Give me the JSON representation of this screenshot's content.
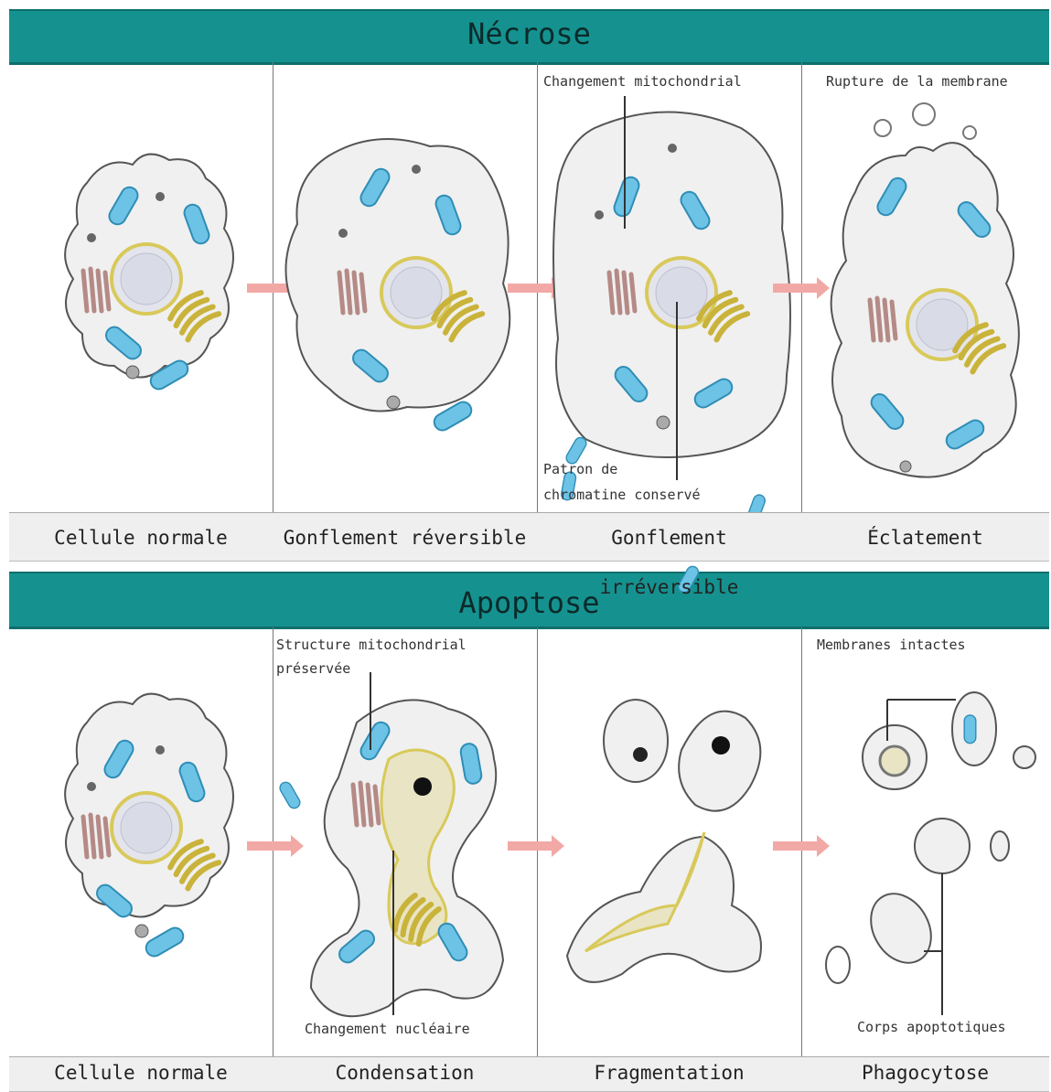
{
  "necrose": {
    "title": "Nécrose",
    "captions": [
      "Cellule normale",
      "Gonflement réversible",
      "Gonflement irréversible",
      "Éclatement"
    ],
    "annotations": {
      "mito_change": "Changement mitochondrial",
      "membrane_rupture": "Rupture de la membrane",
      "chromatin_1": "Patron de",
      "chromatin_2": "chromatine conservé"
    }
  },
  "apoptose": {
    "title": "Apoptose",
    "captions": [
      "Cellule normale",
      "Condensation",
      "Fragmentation",
      "Phagocytose"
    ],
    "annotations": {
      "mito_structure_1": "Structure mitochondrial",
      "mito_structure_2": "préservée",
      "nuclear_change": "Changement nucléaire",
      "membranes_intact": "Membranes intactes",
      "apoptotic_bodies": "Corps apoptotiques"
    }
  },
  "colors": {
    "banner": "#15928f",
    "mitochondria": "#6cc3e6",
    "golgi": "#c9b33a",
    "er": "#b58a86",
    "nucleus_ring": "#d8c95a",
    "cytoplasm": "#f0f0f0",
    "arrow": "#f2a9a6"
  }
}
